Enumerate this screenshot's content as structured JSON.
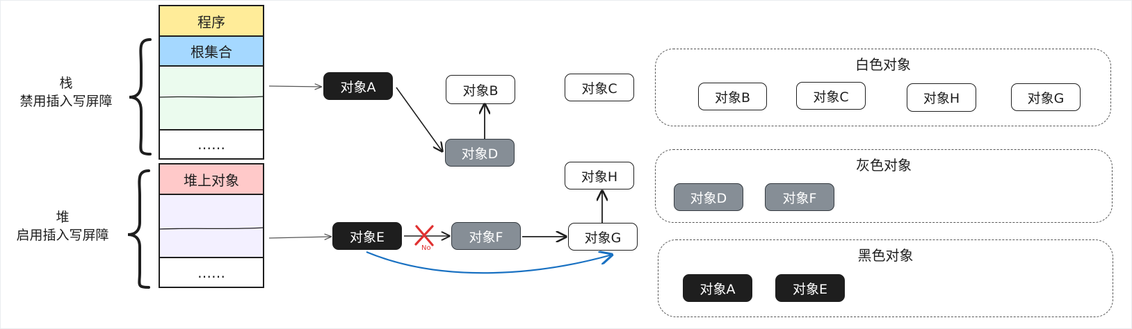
{
  "stack_labels": {
    "stack_top": "栈",
    "stack_bottom": "禁用插入写屏障",
    "heap_top": "堆",
    "heap_bottom": "启用插入写屏障"
  },
  "memory": {
    "program": "程序",
    "root_set": "根集合",
    "stack_ellipsis": "……",
    "heap_objects": "堆上对象",
    "heap_ellipsis": "……"
  },
  "nodes": {
    "a": "对象A",
    "b": "对象B",
    "c": "对象C",
    "d": "对象D",
    "e": "对象E",
    "f": "对象F",
    "g": "对象G",
    "h": "对象H"
  },
  "blocked_label": "No",
  "groups": {
    "white": {
      "title": "白色对象",
      "items": [
        "对象B",
        "对象C",
        "对象H",
        "对象G"
      ]
    },
    "gray": {
      "title": "灰色对象",
      "items": [
        "对象D",
        "对象F"
      ]
    },
    "black": {
      "title": "黑色对象",
      "items": [
        "对象A",
        "对象E"
      ]
    }
  },
  "colors": {
    "program_fill": "#ffec99",
    "root_fill": "#a5d8ff",
    "stack_fill": "#ebfbee",
    "heap_obj_fill": "#ffc9c9",
    "heap_fill": "#f3f0ff",
    "gray_node": "#868e96",
    "black_node": "#1e1e1e",
    "blue_arrow": "#1971c2",
    "red_cross": "#e03131"
  }
}
